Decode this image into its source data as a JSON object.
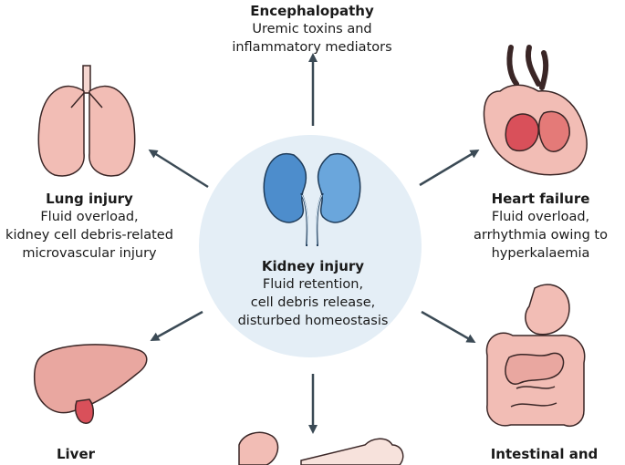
{
  "center": {
    "title": "Kidney injury",
    "lines": [
      "Fluid retention,",
      "cell debris release,",
      "disturbed homeostasis"
    ]
  },
  "encephalopathy": {
    "title": "Encephalopathy",
    "lines": [
      "Uremic toxins and",
      "inflammatory mediators"
    ]
  },
  "lung": {
    "title": "Lung injury",
    "lines": [
      "Fluid overload,",
      "kidney cell debris-related",
      "microvascular injury"
    ]
  },
  "heart": {
    "title": "Heart failure",
    "lines": [
      "Fluid overload,",
      "arrhythmia owing to",
      "hyperkalaemia"
    ]
  },
  "liver": {
    "title": "Liver"
  },
  "intestinal": {
    "title": "Intestinal and"
  },
  "colors": {
    "circle": "#e4eef6",
    "arrow": "#3b4a55",
    "kidney": "#4d8dcc",
    "organ_pink": "#f2bdb5",
    "organ_red": "#d9505a",
    "liver": "#e9a7a0"
  }
}
